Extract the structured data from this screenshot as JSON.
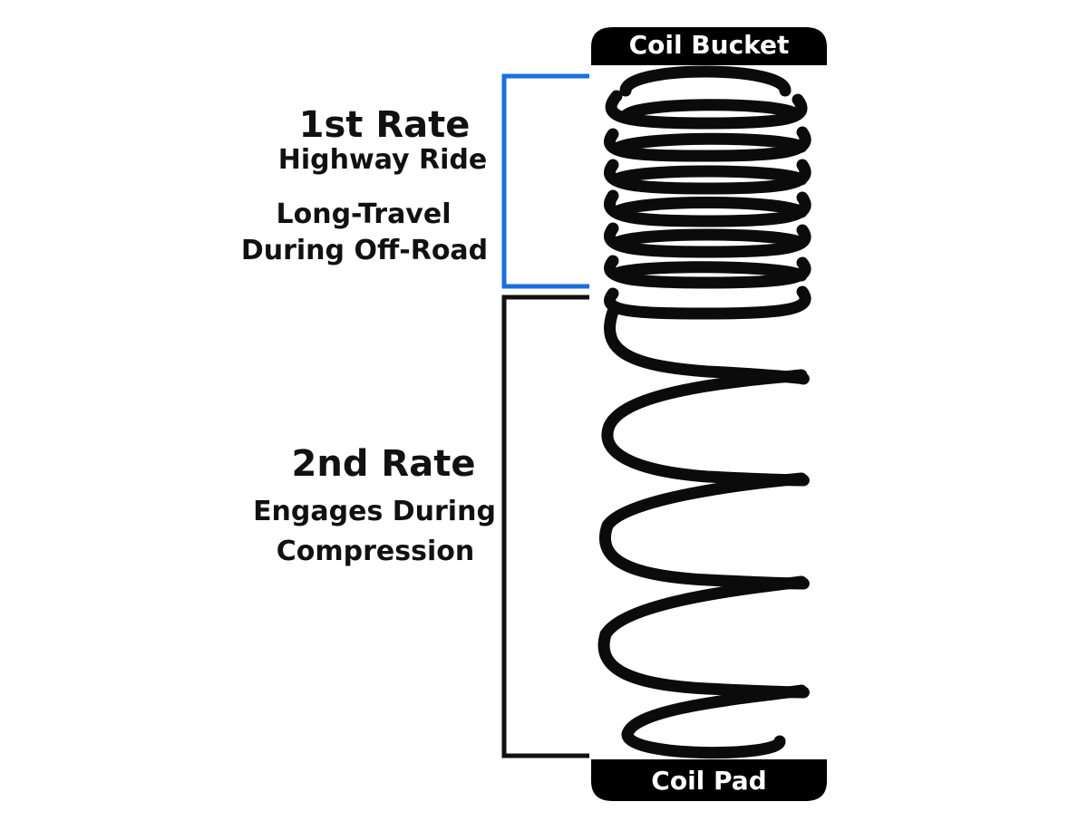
{
  "caps": {
    "top_label": "Coil Bucket",
    "bottom_label": "Coil Pad"
  },
  "first_rate": {
    "title": "1st Rate",
    "line1": "Highway Ride",
    "line2": "Long-Travel",
    "line3": "During Off-Road"
  },
  "second_rate": {
    "title": "2nd Rate",
    "line1": "Engages During",
    "line2": "Compression"
  },
  "colors": {
    "first_rate_bracket": "#1a6fe0",
    "second_rate_bracket": "#111111",
    "spring": "#0b0b0b",
    "cap": "#000000"
  }
}
